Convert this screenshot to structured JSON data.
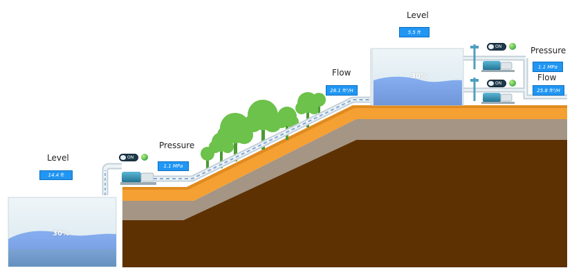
{
  "left_tank": {
    "level_label": "Level",
    "level_value": "14.4 ft",
    "fill_percent": 30,
    "fill_text": "30%"
  },
  "pump_station_1": {
    "switch_text": "ON",
    "status": "on",
    "pressure_label": "Pressure",
    "pressure_value": "1.1 MPa"
  },
  "pipeline": {
    "flow_label": "Flow",
    "flow_value": "28.1 ft³/H"
  },
  "upper_tank": {
    "level_label": "Level",
    "level_value": "5.5 ft",
    "fill_percent": 30,
    "fill_text": "30%"
  },
  "pump_station_2": {
    "switch_text_1": "ON",
    "switch_text_2": "ON",
    "pressure_label": "Pressure",
    "pressure_value": "1.1 MPa",
    "flow_label": "Flow",
    "flow_value": "25.8 ft³/H"
  },
  "colors": {
    "value_box": "#2196f3",
    "water": "#7aa3e8",
    "topsoil": "#f5a033",
    "soil": "#5e3103",
    "gravel": "#a49585",
    "tree": "#6cc24a",
    "pipe": "#dfe6ea",
    "status_led": "#4caf50"
  }
}
